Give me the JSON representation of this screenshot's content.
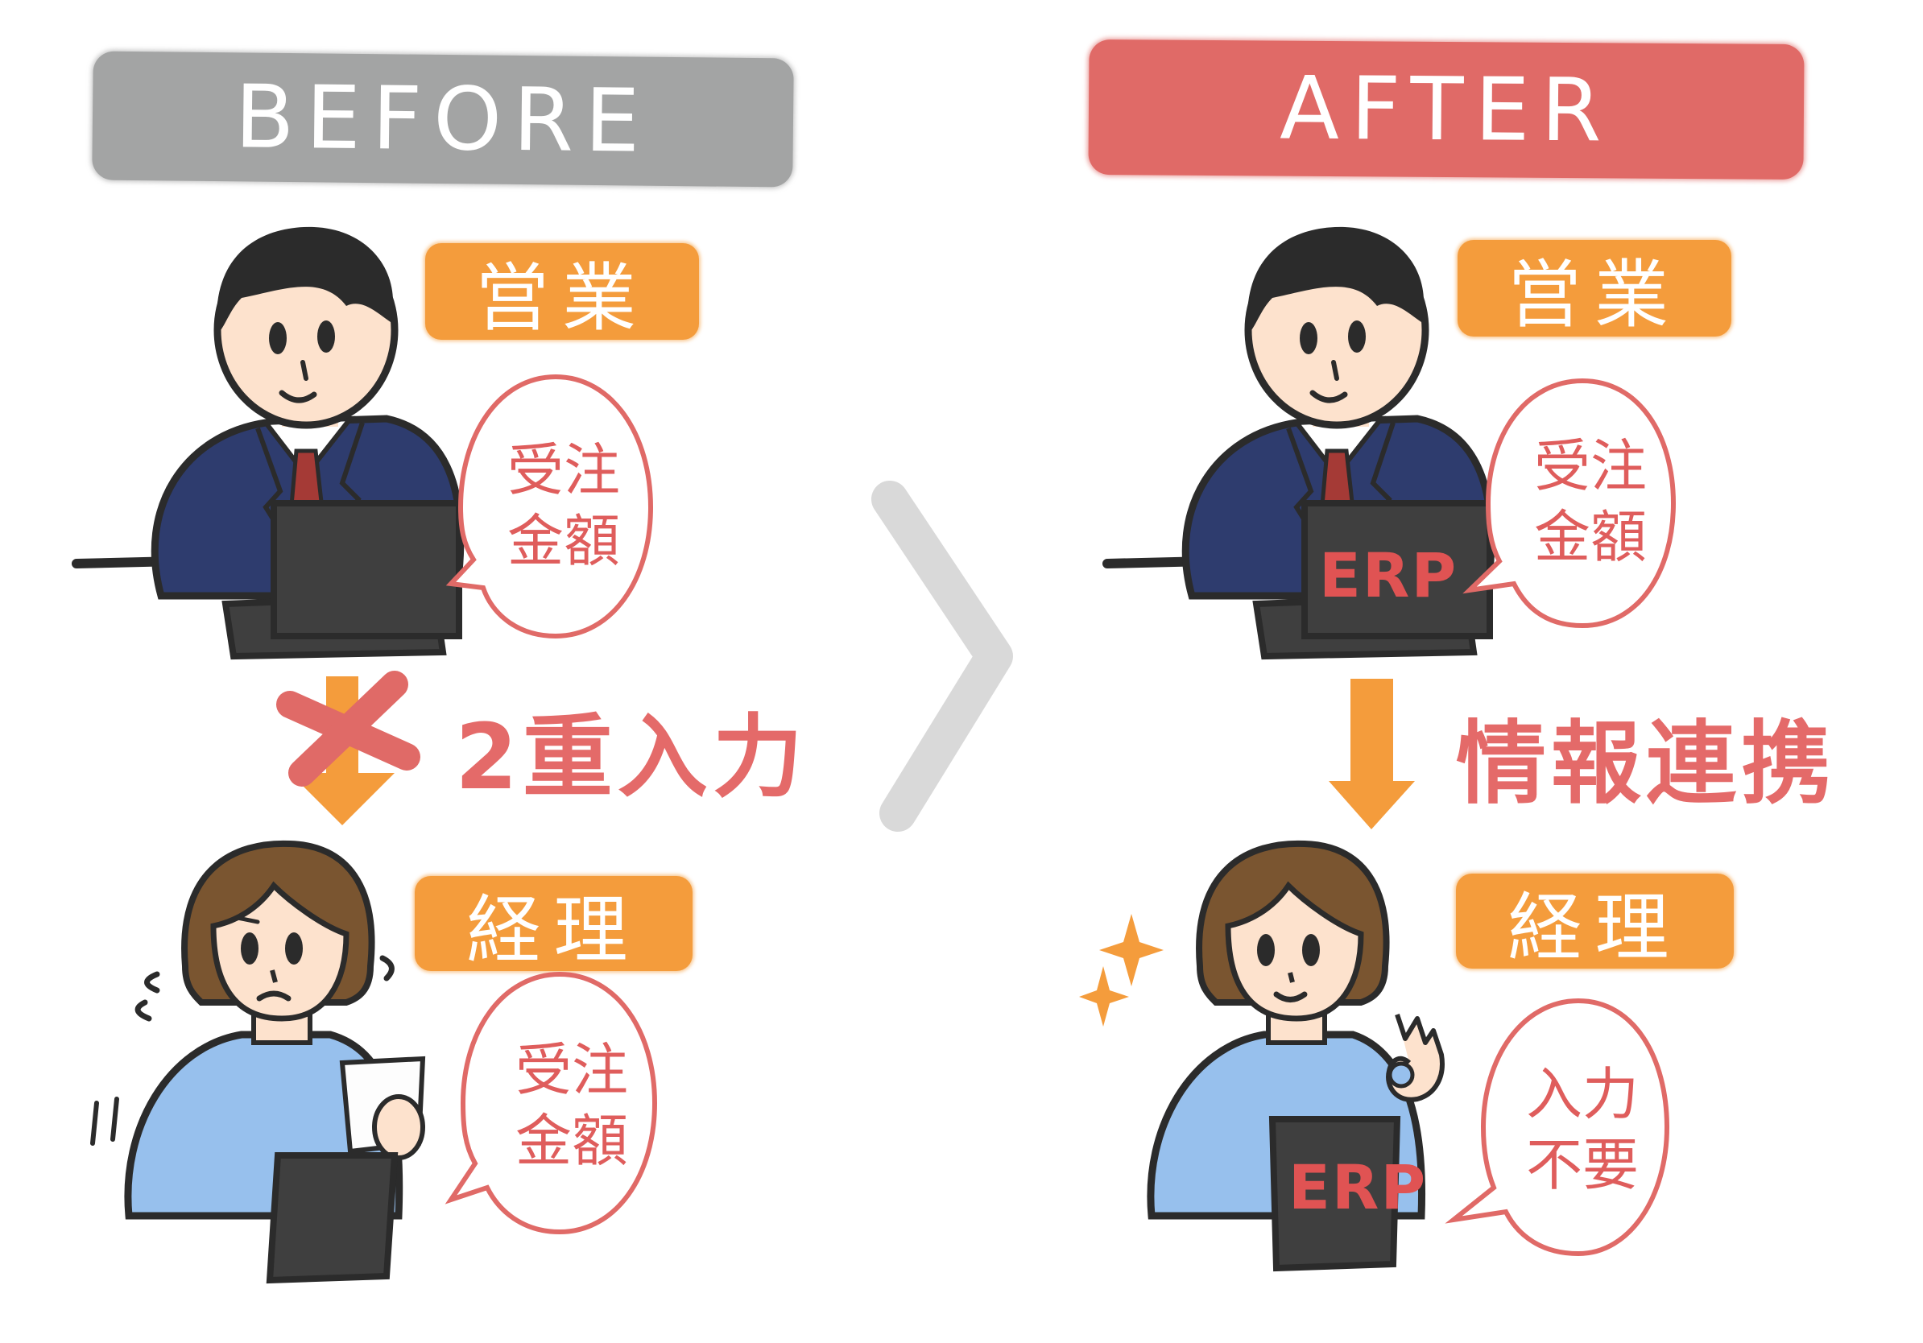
{
  "colors": {
    "before_banner": "#a3a4a4",
    "after_banner": "#e06a67",
    "role_label": "#f49c3c",
    "accent_red": "#e06a67",
    "arrow_orange": "#f49c3c",
    "chevron_gray": "#d9d9d9",
    "suit_navy": "#2e3c6e",
    "sweater_blue": "#97c0ed",
    "skin": "#fde2cd",
    "hair_brown": "#7a5530",
    "laptop": "#3f3f3f"
  },
  "before": {
    "title": "BEFORE",
    "sales": {
      "role_label": "営業",
      "bubble_text": "受注\n金額",
      "laptop_label": ""
    },
    "flow": {
      "icon": "crossed-out-down-arrow",
      "label": "2重入力"
    },
    "accounting": {
      "role_label": "経理",
      "bubble_text": "受注\n金額",
      "laptop_label": "",
      "mood": "troubled"
    }
  },
  "divider": {
    "icon": "chevron-right"
  },
  "after": {
    "title": "AFTER",
    "sales": {
      "role_label": "営業",
      "bubble_text": "受注\n金額",
      "laptop_label": "ERP"
    },
    "flow": {
      "icon": "down-arrow",
      "label": "情報連携"
    },
    "accounting": {
      "role_label": "経理",
      "bubble_text": "入力\n不要",
      "laptop_label": "ERP",
      "mood": "happy-ok-sign"
    }
  }
}
